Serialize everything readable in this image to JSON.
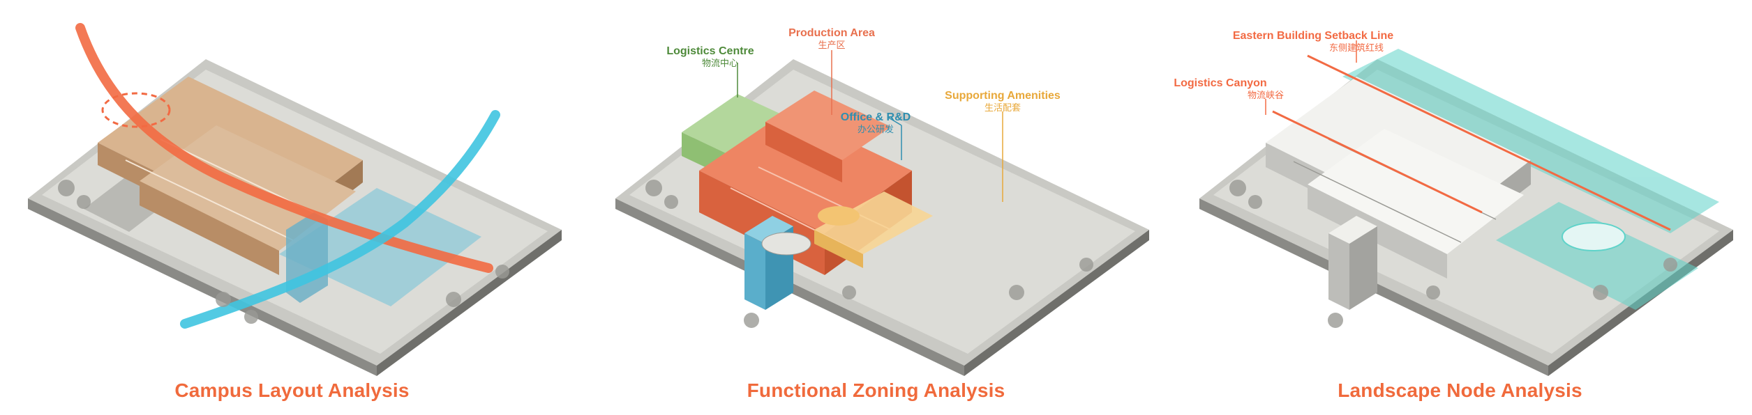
{
  "panels": [
    {
      "title": "Campus Layout Analysis"
    },
    {
      "title": "Functional Zoning Analysis",
      "labels": {
        "logistics_en": "Logistics Centre",
        "logistics_cn": "物流中心",
        "production_en": "Production Area",
        "production_cn": "生产区",
        "office_en": "Office & R&D",
        "office_cn": "办公研发",
        "amenities_en": "Supporting Amenities",
        "amenities_cn": "生活配套"
      }
    },
    {
      "title": "Landscape Node Analysis",
      "labels": {
        "setback_en": "Eastern Building Setback Line",
        "setback_cn": "东侧建筑红线",
        "canyon_en": "Logistics Canyon",
        "canyon_cn": "物流峡谷"
      }
    }
  ],
  "colors": {
    "title": "#f06a3c",
    "production": "#e8704e",
    "logistics": "#4e8a3a",
    "office": "#2f8fb0",
    "amenities": "#e8a83a",
    "flow_orange": "#f26a43",
    "flow_blue": "#3fc4e0",
    "landscape_teal": "#5fd3c9"
  }
}
